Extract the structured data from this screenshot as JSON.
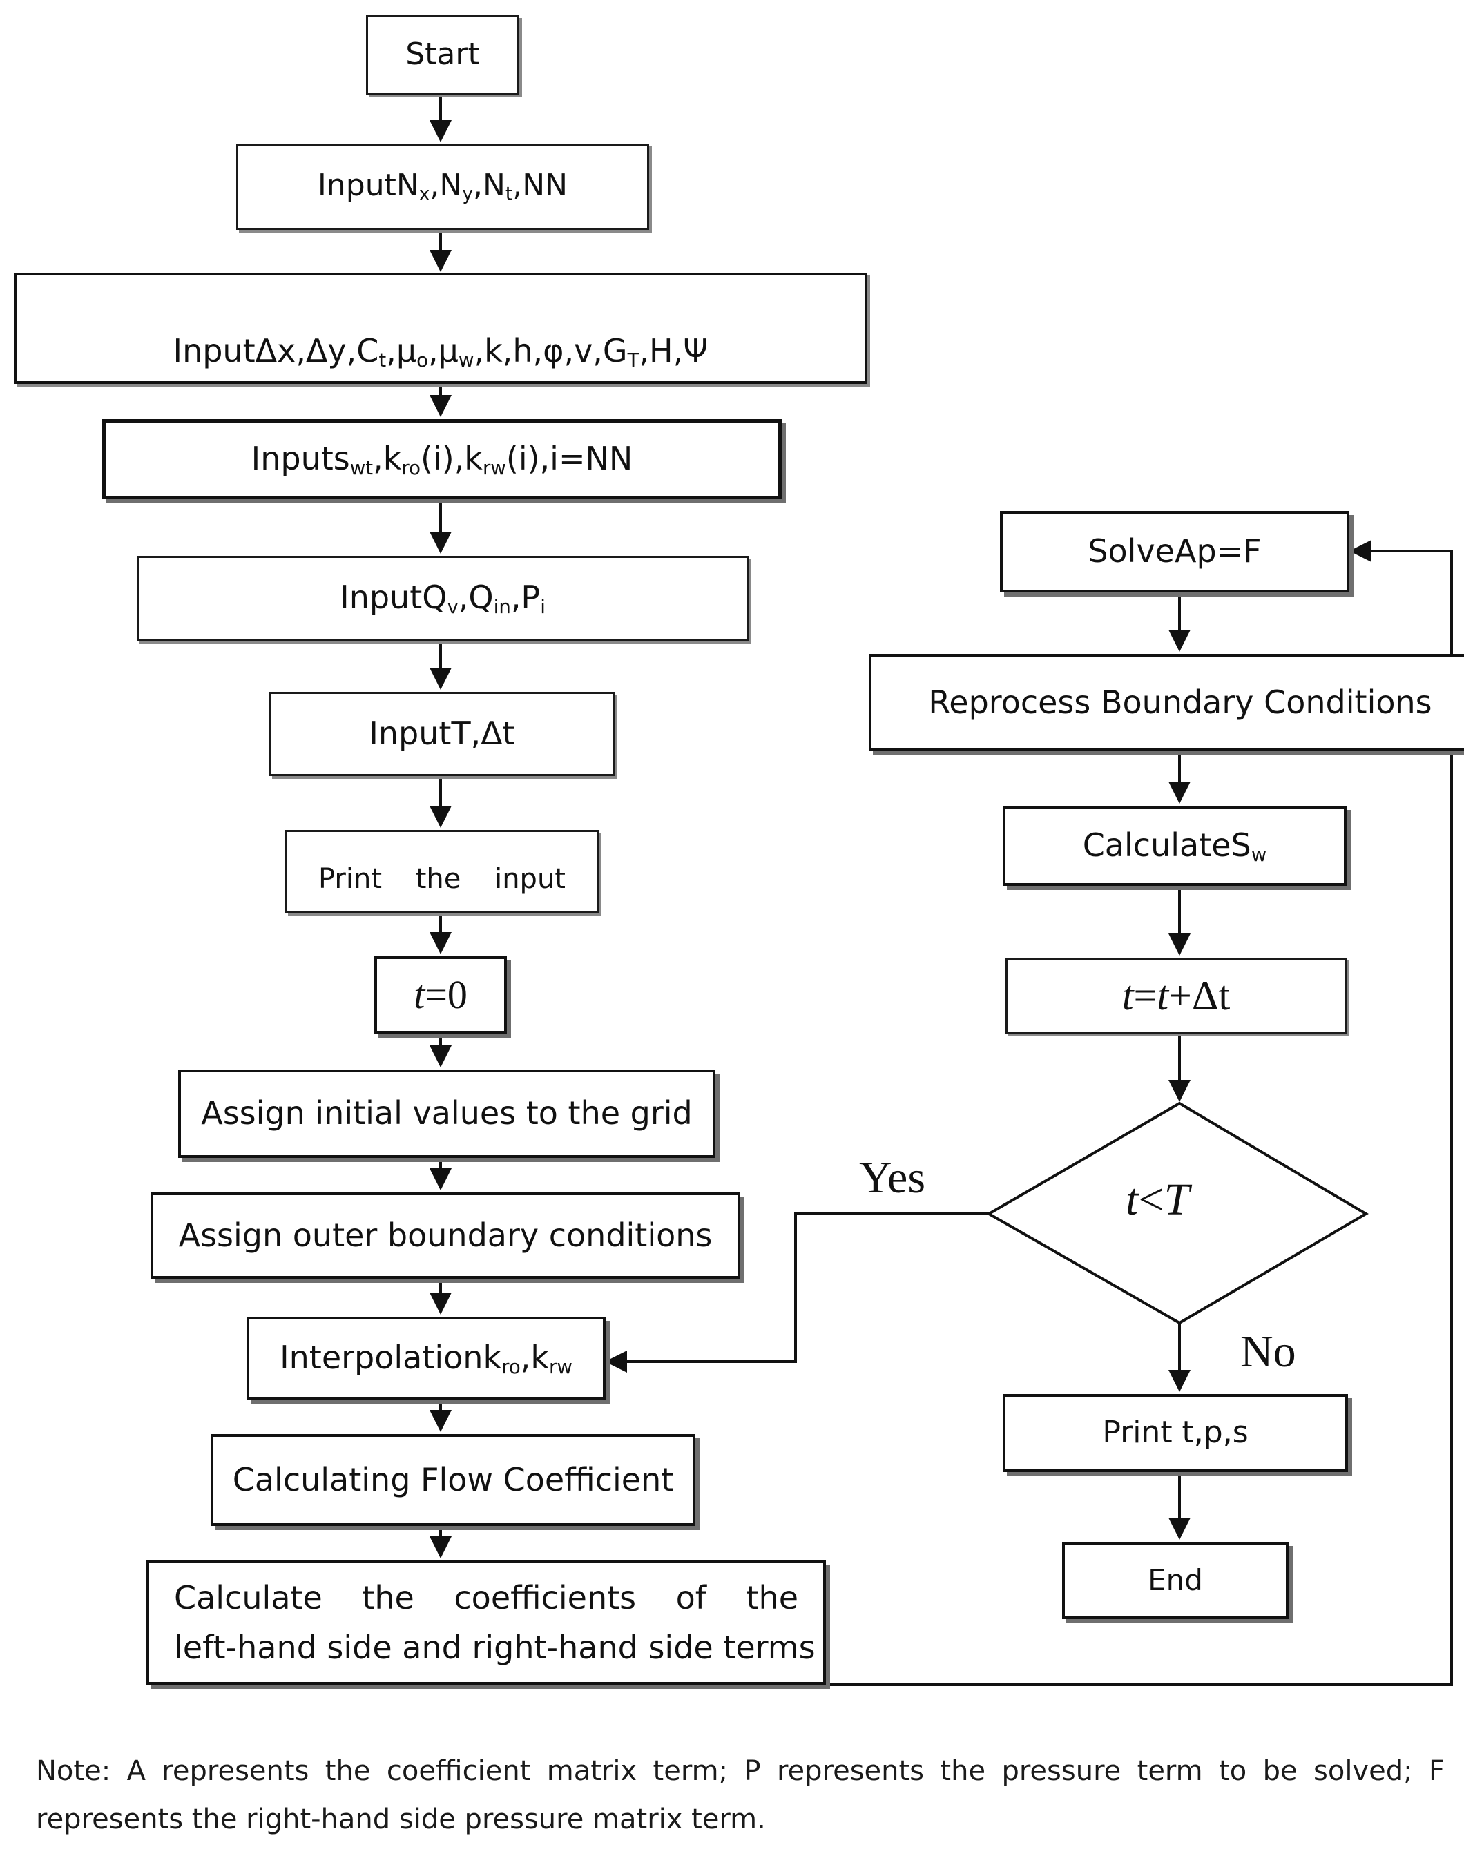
{
  "nodes": {
    "start": "Start",
    "input_grid": {
      "prefix": "Input",
      "n1": "N",
      "n1_sub": "x",
      "sep1": ",",
      "n2": "N",
      "n2_sub": "y",
      "sep2": ",",
      "n3": "N",
      "n3_sub": "t",
      "suffix": ",NN"
    },
    "input_params": {
      "a": "InputΔx,Δy,C",
      "a_sub": "t",
      "b": ",μ",
      "b_sub": "o",
      "c": ",μ",
      "c_sub": "w",
      "d": ",k,h,φ,v,G",
      "d_sub": "T",
      "e": ",H,Ψ"
    },
    "input_rel_perm": {
      "a": "Inputs",
      "a_sub": "wt",
      "b": ",k",
      "b_sub": "ro",
      "c": "(i),k",
      "c_sub": "rw",
      "d": "(i),i=NN"
    },
    "input_flow": {
      "a": "InputQ",
      "a_sub": "v",
      "b": ",Q",
      "b_sub": "in",
      "c": ",P",
      "c_sub": "i"
    },
    "input_time": "InputT,Δt",
    "print_input": "Print the input",
    "t_zero": {
      "t": "t",
      "rest": "=0"
    },
    "assign_initial": "Assign initial values to the grid",
    "assign_outer": "Assign outer boundary conditions",
    "interpolation": {
      "a": "Interpolationk",
      "a_sub": "ro",
      "b": ",k",
      "b_sub": "rw"
    },
    "flow_coefficient": "Calculating Flow Coefficient",
    "calc_coefficients_line1": "Calculate the coefficients of the",
    "calc_coefficients_line2": "left-hand side and right-hand side terms",
    "solve": "SolveAp=F",
    "reprocess": "Reprocess Boundary Conditions",
    "calc_sw": {
      "a": "CalculateS",
      "a_sub": "w"
    },
    "t_increment": {
      "t1": "t",
      "eq": "=",
      "t2": "t",
      "rest": "+Δt"
    },
    "decision": {
      "t": "t",
      "lt": "<",
      "T": "T"
    },
    "yes_label": "Yes",
    "no_label": "No",
    "print_tps": "Print t,p,s",
    "end": "End"
  },
  "note": "Note: A represents the coefficient matrix term; P represents the pressure term to be solved; F represents the right-hand side pressure matrix term."
}
